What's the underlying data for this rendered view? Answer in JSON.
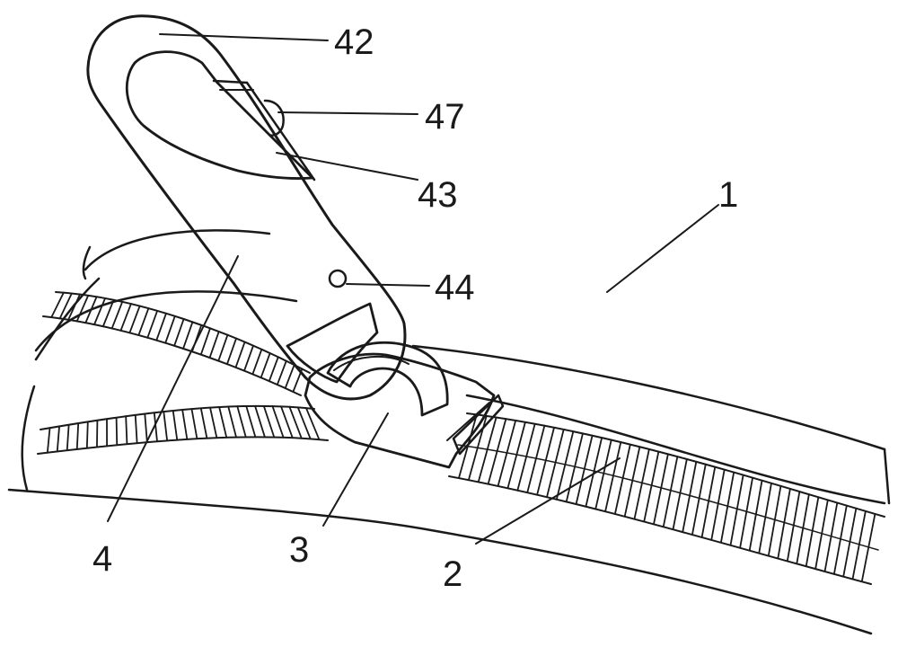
{
  "labels": {
    "fastener_body": "1",
    "teeth": "2",
    "slider": "3",
    "pull_tab": "4",
    "tab_top": "42",
    "clip_gate": "43",
    "rivet_hole": "44",
    "gate_pin": "47"
  },
  "colors": {
    "ink": "#1a1a1a",
    "background": "#ffffff"
  }
}
